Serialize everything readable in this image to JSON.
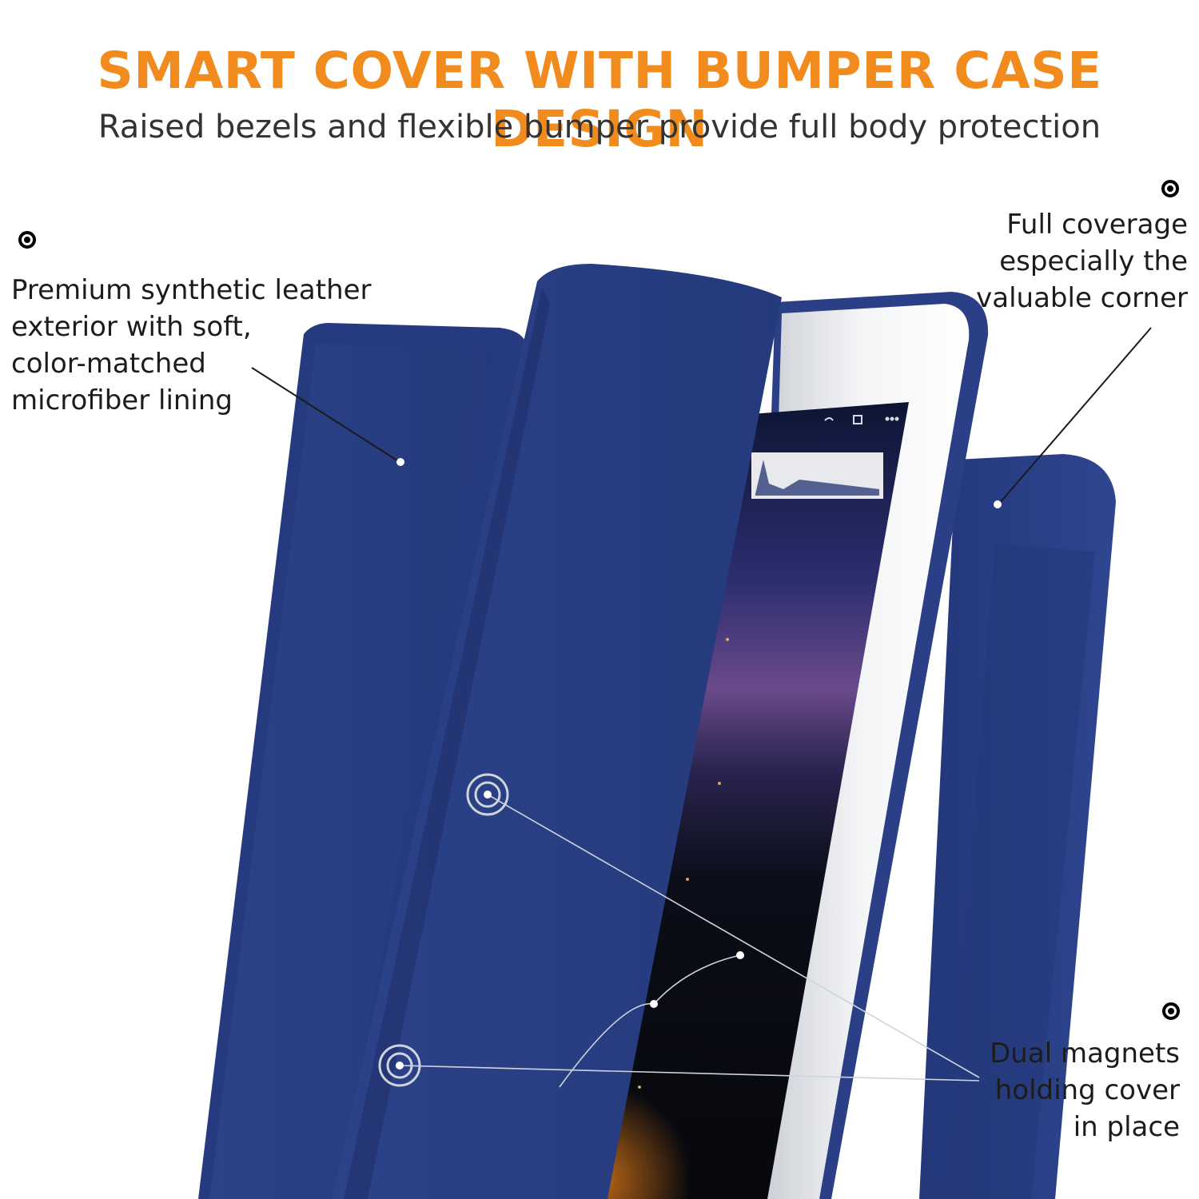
{
  "heading": {
    "title": "SMART COVER WITH BUMPER CASE DESIGN",
    "subtitle": "Raised bezels and flexible bumper provide full body protection"
  },
  "callouts": {
    "leather": [
      "Premium synthetic leather",
      "exterior with soft,",
      "color-matched",
      "microfiber lining"
    ],
    "corner": [
      "Full coverage",
      "especially the",
      "valuable corner"
    ],
    "magnets": [
      "Dual magnets",
      "holding cover",
      "in place"
    ]
  },
  "colors": {
    "title_orange": "#f18b1d",
    "case_navy": "#2a3f85",
    "case_navy_dark": "#1f2f6a",
    "text_dark": "#1c1c1c"
  },
  "icons": {
    "bullet": "radio-bullet-icon",
    "magnet": "magnet-ring-icon"
  }
}
